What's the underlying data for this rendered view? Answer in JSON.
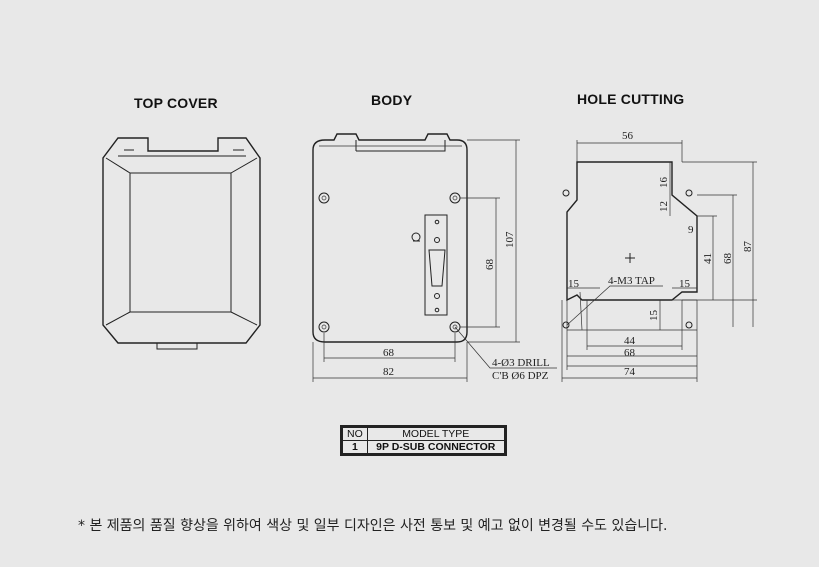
{
  "views": {
    "top_cover": "TOP COVER",
    "body": "BODY",
    "hole_cutting": "HOLE CUTTING"
  },
  "body_dims": {
    "w68": "68",
    "w82": "82",
    "h68": "68",
    "h107": "107",
    "drill_1": "4-Ø3 DRILL",
    "drill_2": "C'B Ø6 DPZ"
  },
  "hole_dims": {
    "top56": "56",
    "d16": "16",
    "d12": "12",
    "d9": "9",
    "d41": "41",
    "d68": "68",
    "d87": "87",
    "d15_left": "15",
    "d15_right": "15",
    "d15_vert": "15",
    "tap": "4-M3 TAP",
    "b44": "44",
    "b68": "68",
    "b74": "74"
  },
  "model_table": {
    "headers": [
      "NO",
      "MODEL  TYPE"
    ],
    "rows": [
      {
        "no": "1",
        "type": "9P D-SUB CONNECTOR"
      }
    ]
  },
  "footnote": "* 본 제품의 품질 향상을 위하여 색상 및 일부 디자인은 사전 통보 및 예고 없이 변경될 수도 있습니다."
}
